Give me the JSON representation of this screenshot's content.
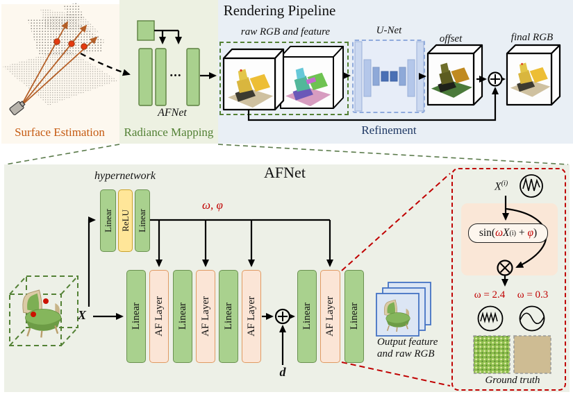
{
  "colors": {
    "red_accent": "#c00000",
    "green_accent": "#538135",
    "orange_accent": "#c55a11",
    "navy_accent": "#1f3864",
    "block_green": "#a9d18e",
    "relu_yellow": "#ffe699",
    "af_peach": "#fbe5d6",
    "unet_blue": "#8faadc",
    "stack_blue": "#4472c4"
  },
  "top": {
    "pipeline_title": "Rendering Pipeline",
    "surface_label": "Surface Estimation",
    "radiance_label": "Radiance Mapping",
    "afnet_label": "AFNet",
    "ellipsis": "...",
    "raw_feature_label": "raw RGB and feature",
    "unet_label": "U-Net",
    "offset_label": "offset",
    "final_label": "final RGB",
    "refinement_label": "Refinement"
  },
  "afnet": {
    "title": "AFNet",
    "hypernetwork_label": "hypernetwork",
    "hyper_blocks": [
      "Linear",
      "ReLU",
      "Linear"
    ],
    "params_label": "ω, φ",
    "x_label": "X",
    "d_label": "d",
    "blocks": [
      "Linear",
      "AF Layer",
      "Linear",
      "AF Layer",
      "Linear",
      "AF Layer",
      "Linear",
      "AF Layer",
      "Linear"
    ],
    "output_line1": "Output feature",
    "output_line2": "and raw RGB"
  },
  "detail": {
    "x_base": "X",
    "x_sup": "(i)",
    "formula": {
      "pre": "sin(",
      "omega": "ω",
      "x": "X",
      "sup": "(i)",
      "plus": " + ",
      "phi": "φ",
      "post": ")"
    },
    "omega_high": "ω = 2.4",
    "omega_low": "ω = 0.3",
    "ground_truth": "Ground truth"
  }
}
